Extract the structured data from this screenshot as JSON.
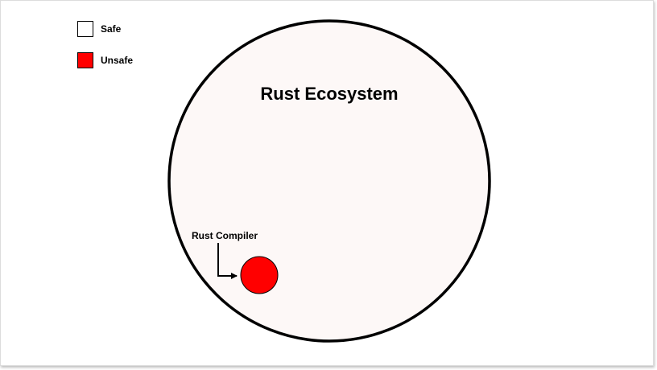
{
  "legend": {
    "safe": {
      "label": "Safe",
      "color": "#ffffff"
    },
    "unsafe": {
      "label": "Unsafe",
      "color": "#ff0000"
    }
  },
  "ecosystem": {
    "label": "Rust Ecosystem",
    "fill": "#fdf8f7",
    "stroke": "#000000"
  },
  "compiler": {
    "label": "Rust Compiler",
    "fill": "#ff0000",
    "stroke": "#000000"
  }
}
